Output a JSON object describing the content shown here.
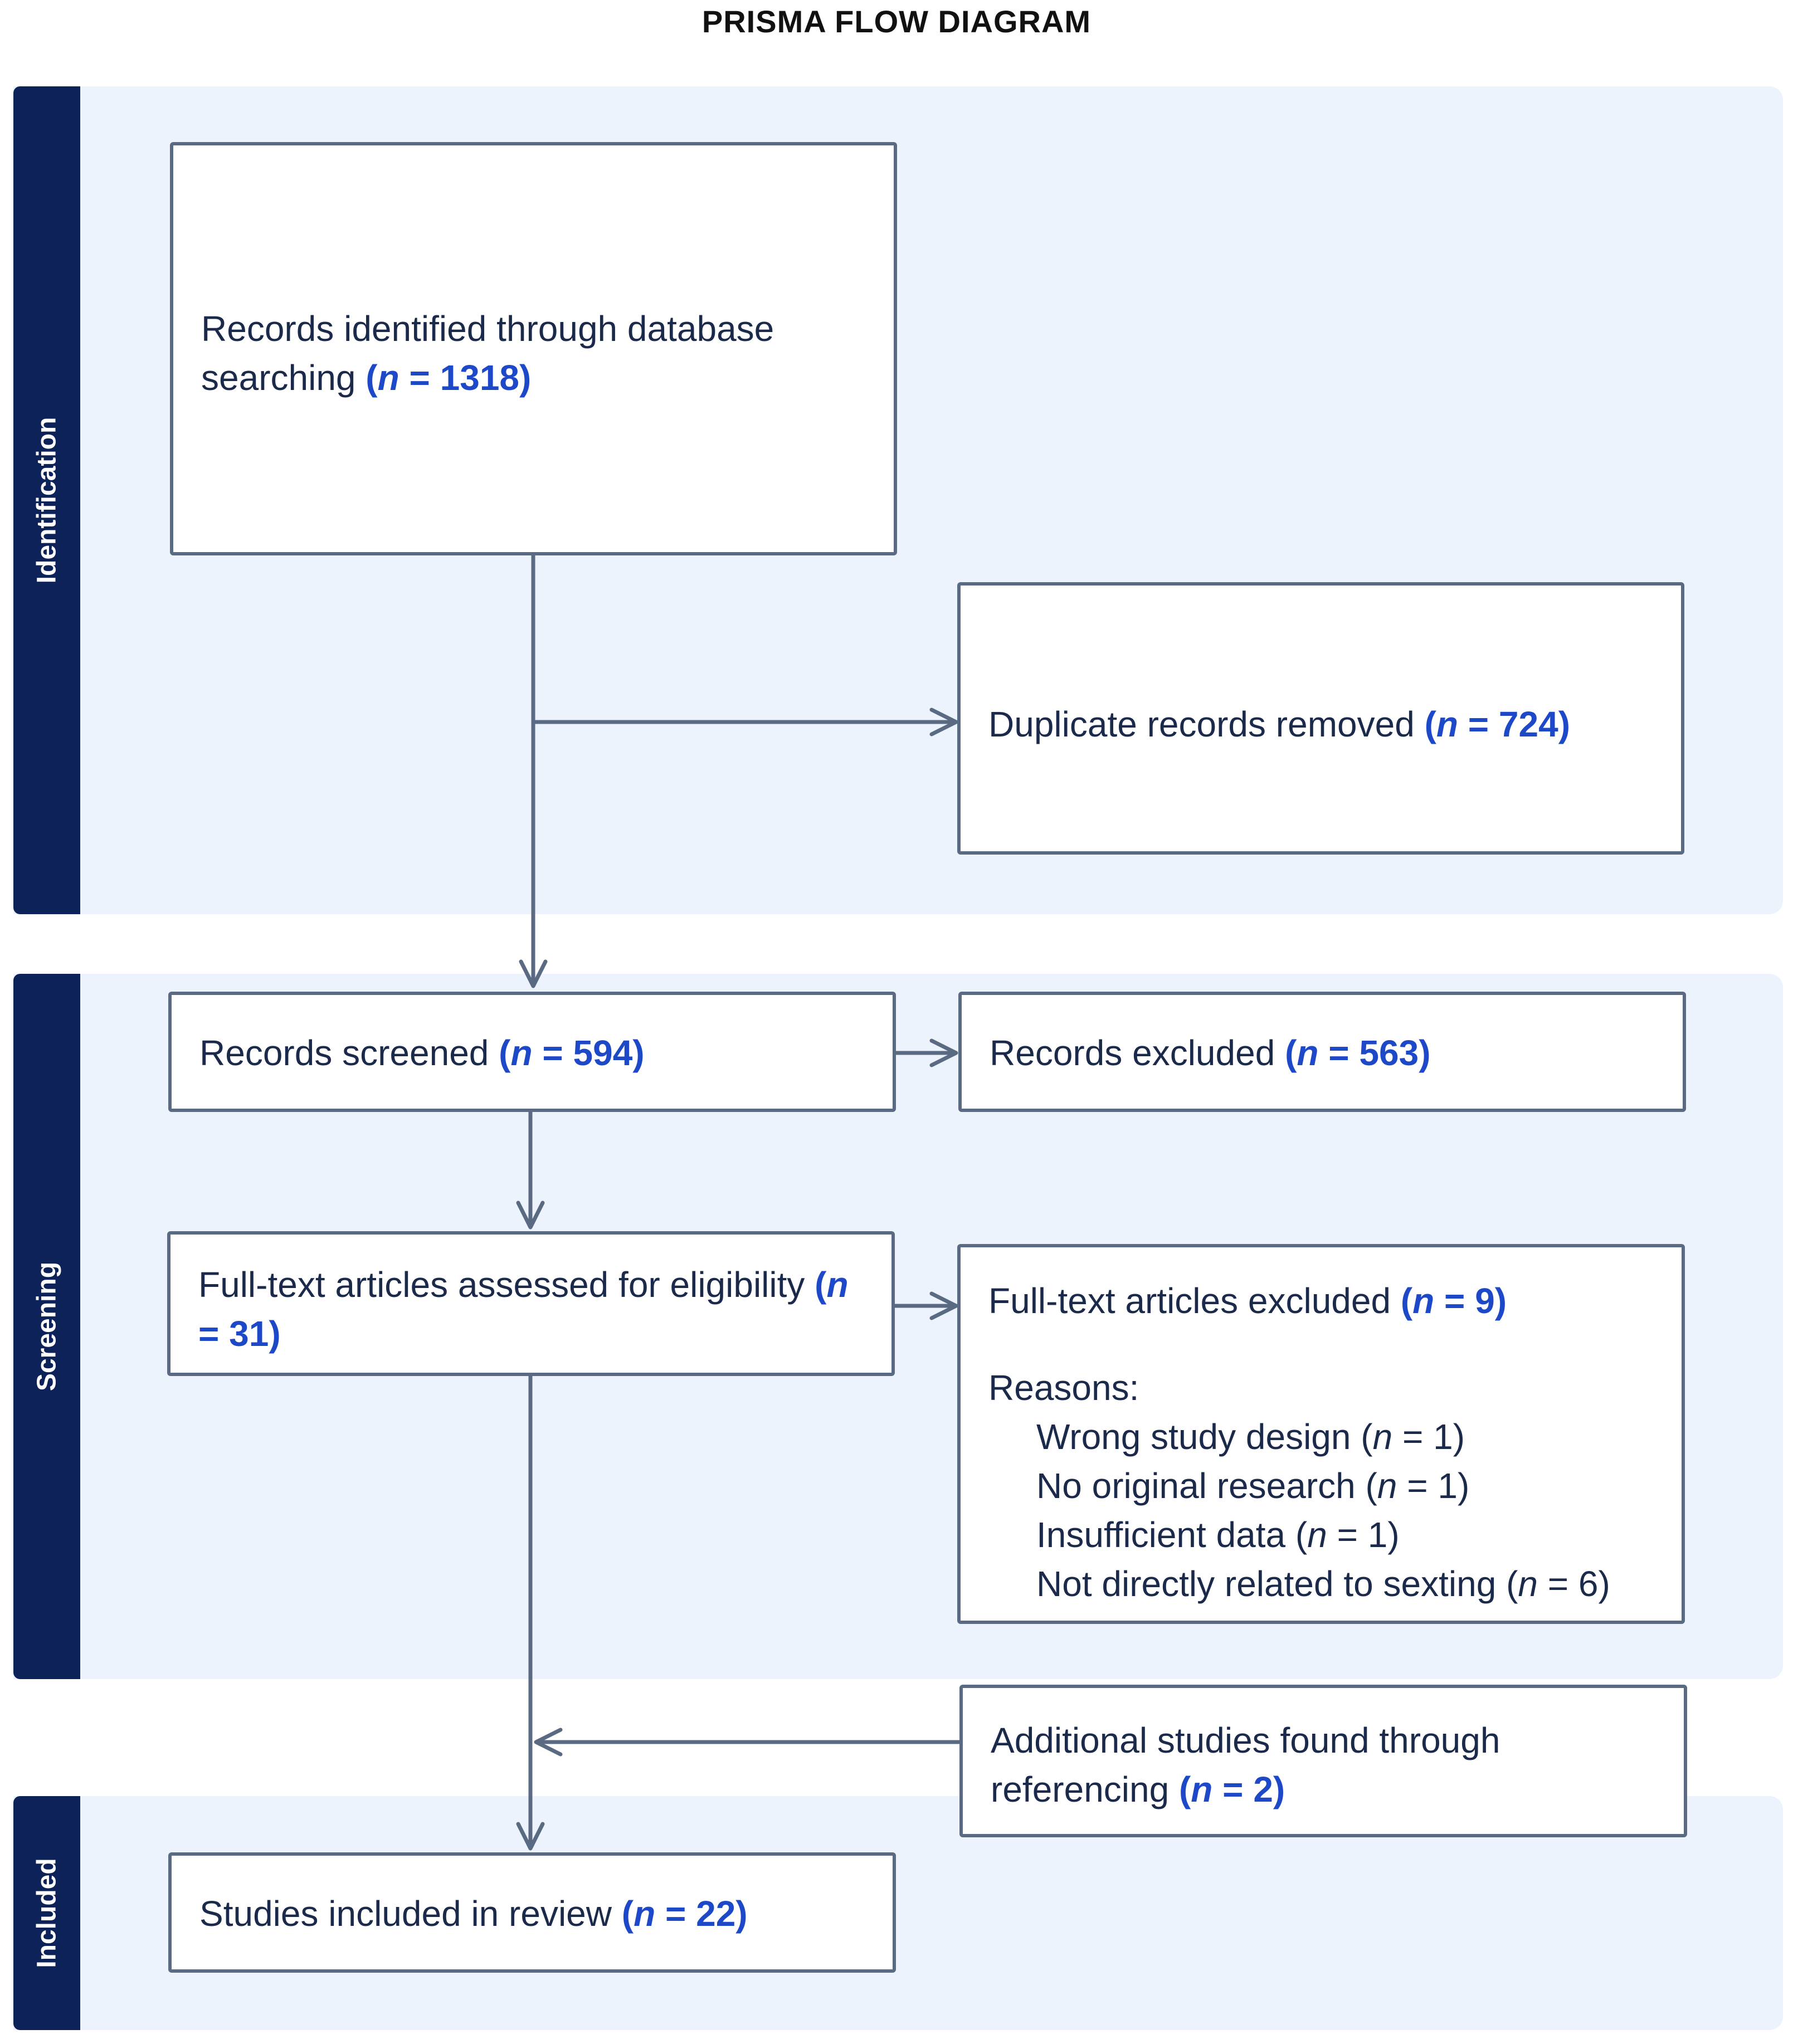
{
  "title": "PRISMA FLOW DIAGRAM",
  "stages": {
    "identification": "Identification",
    "screening": "Screening",
    "included": "Included"
  },
  "n_symbol": "n",
  "boxes": {
    "identified": {
      "text": "Records identified through database searching",
      "n": "1318"
    },
    "duplicates": {
      "text": "Duplicate records removed",
      "n": "724"
    },
    "screened": {
      "text": "Records screened",
      "n": "594"
    },
    "excluded": {
      "text": "Records excluded",
      "n": "563"
    },
    "fulltext": {
      "text": "Full-text articles assessed for eligibility",
      "n": "31"
    },
    "fulltext_excluded": {
      "text": "Full-text articles excluded",
      "n": "9",
      "reasons_label": "Reasons:",
      "reasons": [
        {
          "text": "Wrong study design",
          "n": "1"
        },
        {
          "text": "No original research",
          "n": "1"
        },
        {
          "text": "Insufficient data",
          "n": "1"
        },
        {
          "text": "Not directly related to sexting",
          "n": "6"
        }
      ]
    },
    "additional": {
      "text": "Additional studies found through referencing",
      "n": "2"
    },
    "included": {
      "text": "Studies included in review",
      "n": "22"
    }
  },
  "colors": {
    "stage_bar": "#0d2258",
    "band": "#edf3fd",
    "box_border": "#5a6a82",
    "arrow": "#5a6a82",
    "count": "#1d49c8"
  }
}
